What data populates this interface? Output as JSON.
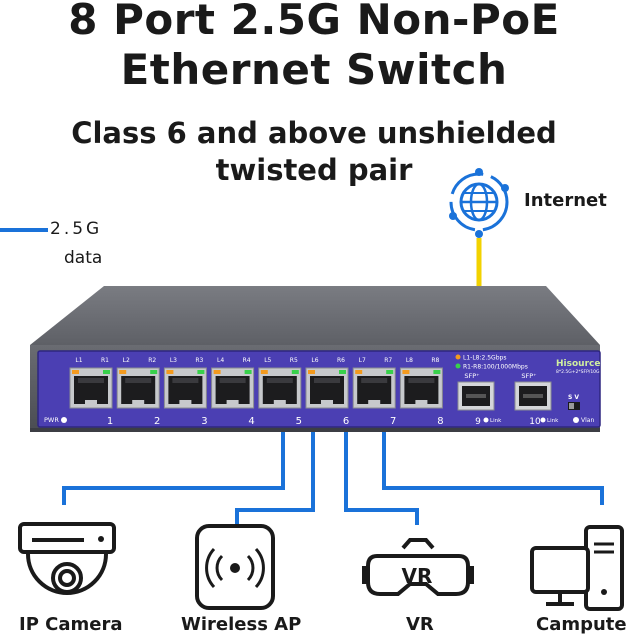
{
  "title": {
    "line1": "8 Port 2.5G Non-PoE",
    "line2": "Ethernet Switch"
  },
  "subtitle": {
    "line1": "Class 6 and above unshielded",
    "line2": "twisted pair"
  },
  "speed": {
    "label": "2.5G",
    "unit": "data"
  },
  "internet": {
    "label": "Internet"
  },
  "colors": {
    "accent": "#1a72d9",
    "uplink": "#f2d200",
    "panel": "#4b3fb3",
    "body": "#585a60"
  },
  "switch": {
    "brand": "Hisource",
    "model": "8*2.5G+2*SFP/10G",
    "legend1": "L1-L8:2.5Gbps",
    "legend2": "R1-R8:100/1000Mbps",
    "pwr": "PWR",
    "vlan": "Vlan",
    "sv": "S  V",
    "sfp": "SFP⁺",
    "link": "Link",
    "ports": [
      {
        "left": "L1",
        "right": "R1",
        "num": "1"
      },
      {
        "left": "L2",
        "right": "R2",
        "num": "2"
      },
      {
        "left": "L3",
        "right": "R3",
        "num": "3"
      },
      {
        "left": "L4",
        "right": "R4",
        "num": "4"
      },
      {
        "left": "L5",
        "right": "R5",
        "num": "5"
      },
      {
        "left": "L6",
        "right": "R6",
        "num": "6"
      },
      {
        "left": "L7",
        "right": "R7",
        "num": "7"
      },
      {
        "left": "L8",
        "right": "R8",
        "num": "8"
      }
    ],
    "sfp_ports": [
      {
        "num": "9"
      },
      {
        "num": "10"
      }
    ]
  },
  "devices": [
    {
      "label": "IP Camera",
      "icon": "ip-camera-icon"
    },
    {
      "label": "Wireless AP",
      "icon": "wireless-ap-icon"
    },
    {
      "label": "VR",
      "icon": "vr-headset-icon"
    },
    {
      "label": "Camputer",
      "icon": "computer-icon"
    }
  ],
  "vr_icon_text": "VR"
}
